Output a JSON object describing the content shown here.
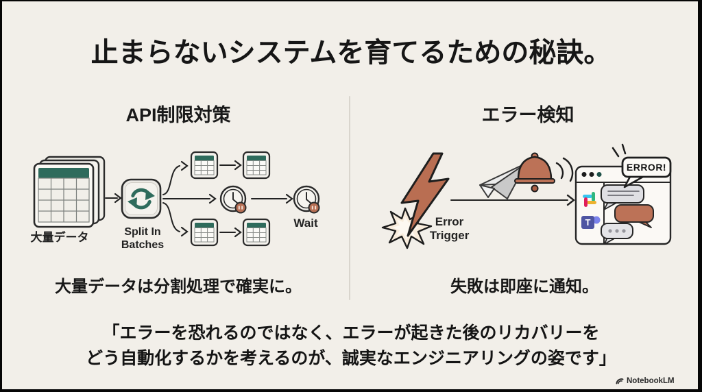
{
  "title": "止まらないシステムを育てるための秘訣。",
  "left_panel": {
    "heading": "API制限対策",
    "source_label": "大量データ",
    "split_label_line1": "Split In",
    "split_label_line2": "Batches",
    "wait_label": "Wait",
    "caption": "大量データは分割処理で確実に。"
  },
  "right_panel": {
    "heading": "エラー検知",
    "trigger_label_line1": "Error",
    "trigger_label_line2": "Trigger",
    "error_bubble_text": "ERROR!",
    "teams_letter": "T",
    "caption": "失敗は即座に通知。"
  },
  "quote": {
    "line1": "「エラーを恐れるのではなく、エラーが起きた後のリカバリーを",
    "line2": "どう自動化するかを考えるのが、誠実なエンジニアリングの姿です」"
  },
  "watermark": {
    "label": "NotebookLM"
  },
  "icons": {
    "spreadsheet-stack-icon": "stack of sheets with teal header and grid",
    "split-in-batches-icon": "rounded square with teal cycle arrows",
    "small-spreadsheet-icon": "mini table tile with teal header",
    "pause-clock-icon": "clock with terracotta pause badge",
    "lightning-bolt-icon": "terracotta lightning bolt with burst",
    "paper-plane-icon": "paper airplane",
    "bell-icon": "terracotta notification bell with sound waves",
    "chat-window": "app window with Slack and Teams icons and chat bubbles",
    "error-bubble": "speech bubble shouting ERROR!",
    "notebooklm-logo-icon": "NotebookLM swoosh mark"
  },
  "colors": {
    "background": "#f2efe9",
    "teal": "#2e6b5c",
    "terracotta": "#bc7257",
    "ink": "#1d1d1d",
    "divider": "#d9d5cd"
  }
}
